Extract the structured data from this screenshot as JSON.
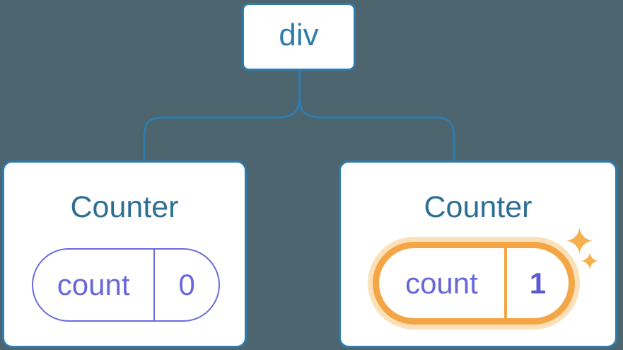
{
  "diagram": {
    "root": {
      "label": "div"
    },
    "children": [
      {
        "title": "Counter",
        "state": {
          "key": "count",
          "value": "0"
        },
        "highlighted": false
      },
      {
        "title": "Counter",
        "state": {
          "key": "count",
          "value": "1"
        },
        "highlighted": true
      }
    ]
  },
  "icons": {
    "sparkles_glyph": "✦"
  },
  "colors": {
    "background": "#4C656F",
    "node_border_blue": "#2E7CAE",
    "node_text_blue": "#2E7CAE",
    "title_text_blue": "#2D6E94",
    "state_border_purple": "#6B6BDF",
    "state_text_purple": "#6767DA",
    "state_value_bold_purple": "#5A5AD1",
    "highlight_orange": "#F4A647",
    "highlight_halo": "#FBE0B8",
    "sparkle_orange": "#F6B04E",
    "card_background": "#FFFFFF"
  }
}
